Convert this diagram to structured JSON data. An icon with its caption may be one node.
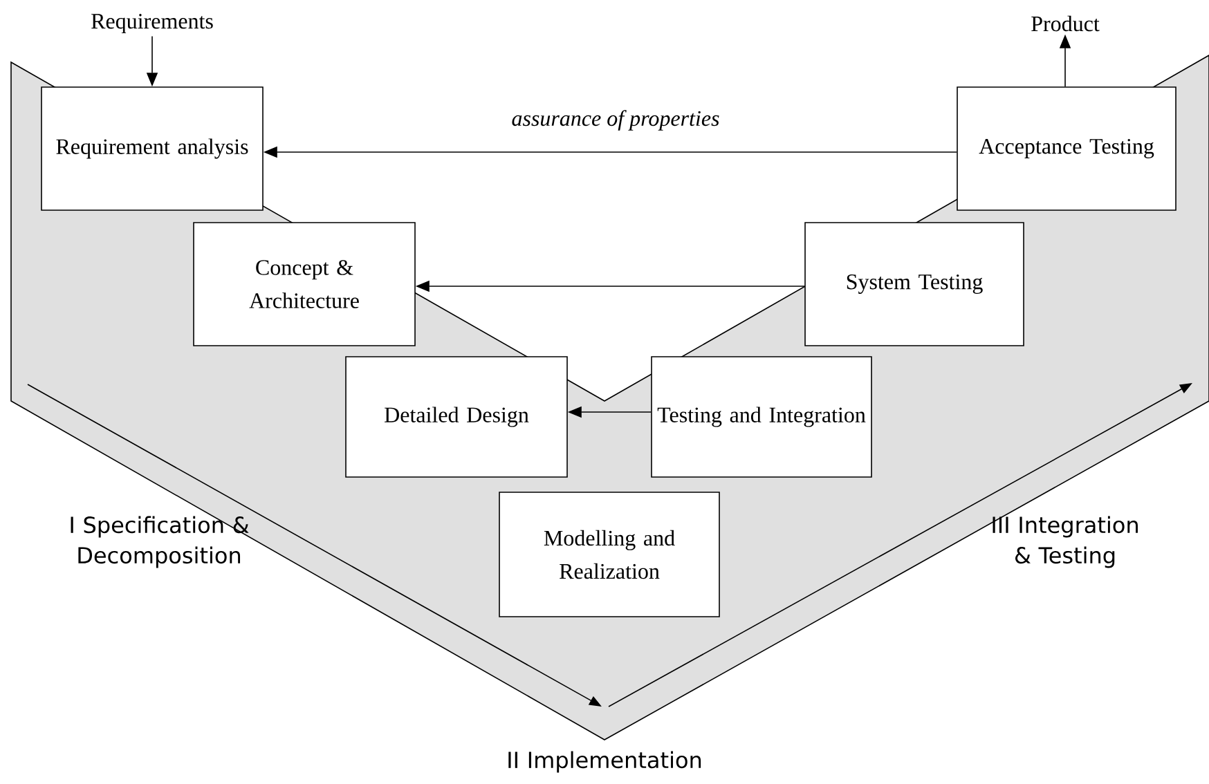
{
  "diagram": {
    "nodes": [
      {
        "text": [
          "Requirements"
        ]
      },
      {
        "text": [
          "Requirement analysis"
        ]
      },
      {
        "text": [
          "Concept & Architecture"
        ]
      },
      {
        "text": [
          "Detailed Design"
        ]
      },
      {
        "text": [
          "Modelling and Realization"
        ]
      },
      {
        "text": [
          "Testing and Integration"
        ]
      },
      {
        "text": [
          "System Testing"
        ]
      },
      {
        "text": [
          "Acceptance Testing"
        ]
      },
      {
        "text": [
          "Product"
        ]
      }
    ],
    "edges": [
      {
        "from": 0,
        "to": 1,
        "arrow": "to"
      },
      {
        "from": 7,
        "to": 1,
        "arrow": "to",
        "label": "assurance of properties"
      },
      {
        "from": 6,
        "to": 2,
        "arrow": "to"
      },
      {
        "from": 5,
        "to": 3,
        "arrow": "to"
      },
      {
        "from": 7,
        "to": 8,
        "arrow": "to"
      }
    ],
    "labels": [
      "I Specification & Decomposition",
      "II Implementation",
      "III Integration & Testing"
    ]
  }
}
